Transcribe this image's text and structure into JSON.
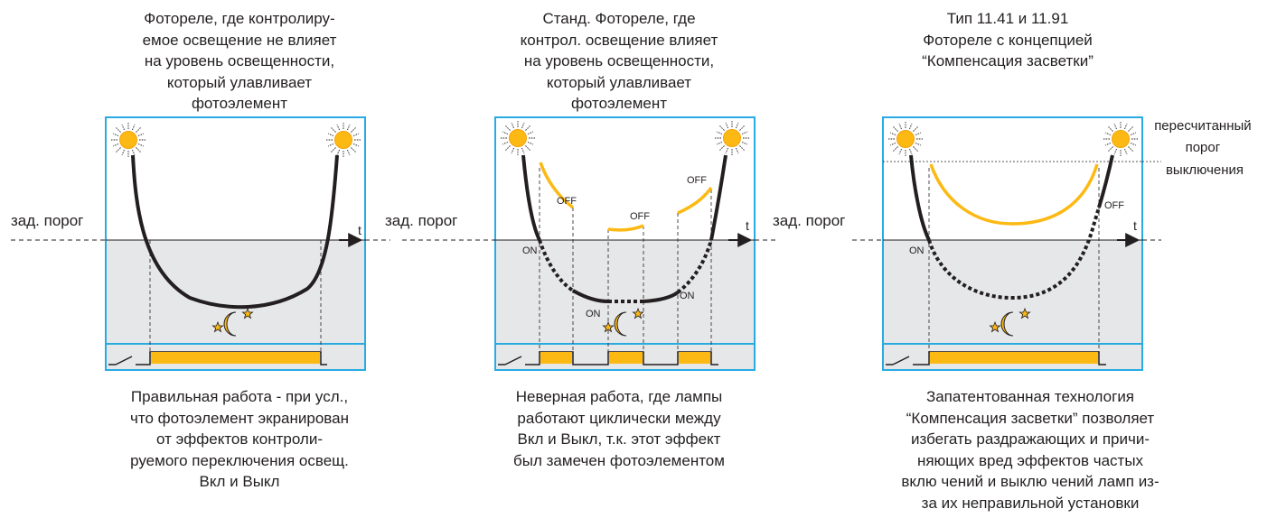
{
  "panels": [
    {
      "top_caption": "Фотореле,  где  контролиру-\nемое освещение не влияет\nна уровень освещенности,\nкоторый улавливает\nфотоэлемент",
      "threshold_label": "зад. порог",
      "time_label": "t",
      "bottom_caption": "Правильная работа - при усл.,\nчто фотоэлемент экранирован\nот эффектов контроли-\nруемого переключения освещ.\nВкл и Выкл"
    },
    {
      "top_caption": "Станд. Фотореле, где\nконтрол. освещение влияет\nна уровень освещенности,\nкоторый улавливает\nфотоэлемент",
      "threshold_label": "зад. порог",
      "time_label": "t",
      "off_label": "OFF",
      "on_label": "ON",
      "bottom_caption": "Неверная работа, где лампы\nработают циклически между\nВкл и Выкл, т.к. этот эффект\nбыл замечен фотоэлементом"
    },
    {
      "top_caption": "Тип 11.41 и 11.91\nФотореле с концепцией\n“Компенсация засветки”",
      "threshold_label": "зад. порог",
      "time_label": "t",
      "off_label": "OFF",
      "on_label": "ON",
      "recalc_label": "пересчитанный\nпорог\nвыключения",
      "bottom_caption": "Запатентованная технология\n“Компенсация засветки” позволяет\nизбегать раздражающих и причи-\nняющих вред эффектов частых\nвклю чений и выклю чений ламп из-\nза их неправильной установки"
    }
  ],
  "colors": {
    "frame": "#29abe2",
    "night_fill": "#e6e7e8",
    "light_curve": "#fdb913",
    "dark_curve": "#231f20",
    "relay_bar": "#fdb913"
  },
  "icons": {
    "sun": "sun-icon",
    "moon_stars": "moon-stars-icon",
    "switch": "switch-icon"
  }
}
